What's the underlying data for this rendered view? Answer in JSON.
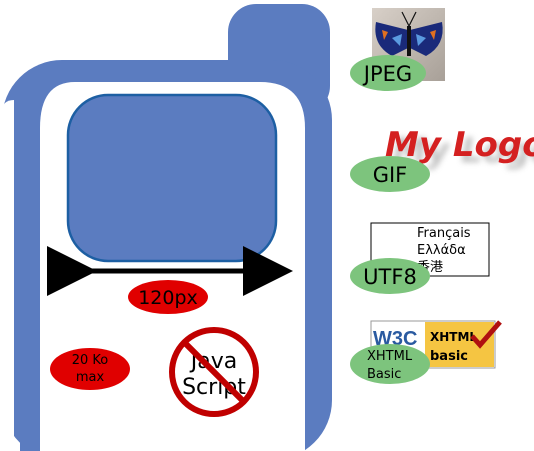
{
  "phone": {
    "width_label": "120px",
    "size_label_line1": "20 Ko",
    "size_label_line2": "max",
    "js_label_line1": "Java",
    "js_label_line2": "Script"
  },
  "formats": [
    {
      "label": "JPEG"
    },
    {
      "label": "GIF"
    },
    {
      "label": "UTF8"
    },
    {
      "label_line1": "XHTML",
      "label_line2": "Basic"
    }
  ],
  "logo": {
    "text": "My Logo"
  },
  "utf8_sample": {
    "line1": "Français",
    "line2": "Ελλάδα",
    "line3": "香港"
  },
  "w3c_badge": {
    "w3c": "W3C",
    "line1": "XHTML",
    "line2": "basic"
  },
  "colors": {
    "phone_blue": "#5b7cc0",
    "screen_fill": "#5b7cc0",
    "screen_stroke": "#1d5fa3",
    "red_badge": "#e00000",
    "green_badge": "#7dc47d",
    "logo_red": "#d42020",
    "badge_yellow": "#f5c542"
  }
}
